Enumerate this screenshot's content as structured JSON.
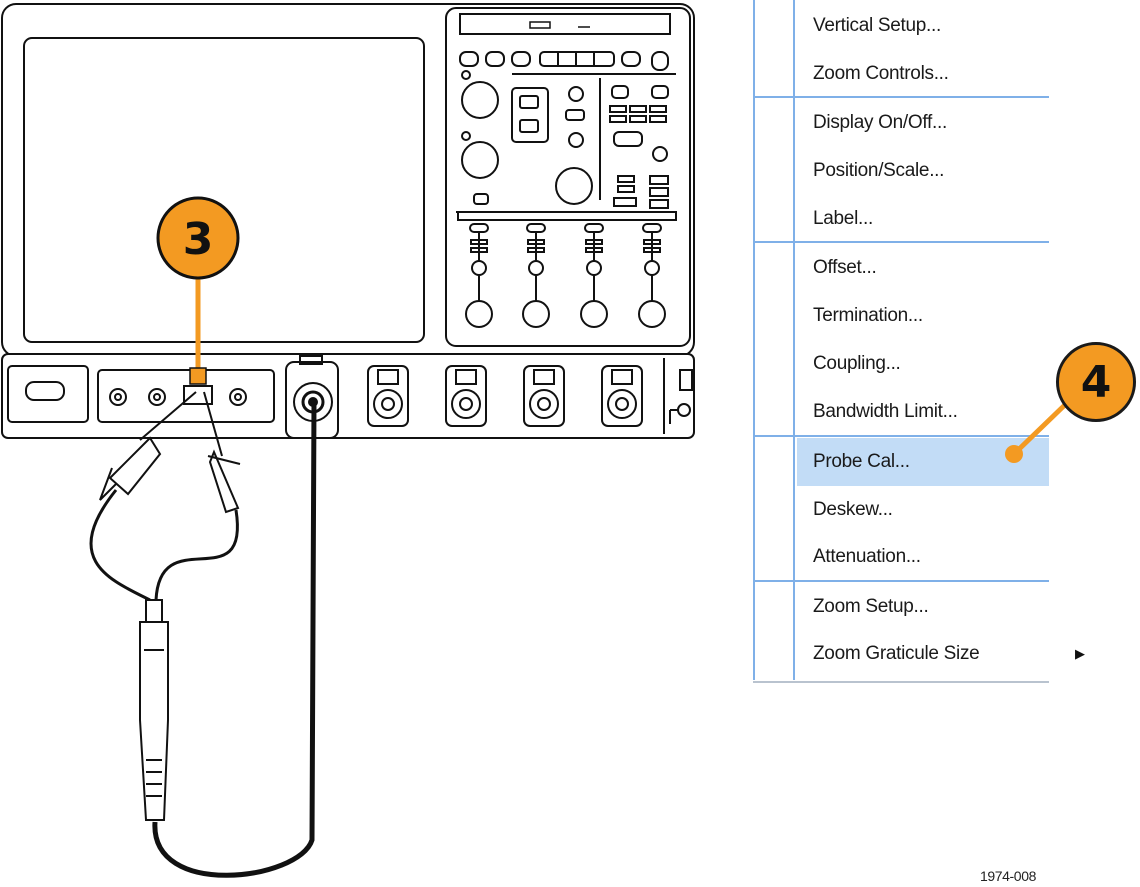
{
  "callouts": {
    "step_3": "3",
    "step_4": "4"
  },
  "menu": {
    "items": [
      {
        "label": "Vertical Setup...",
        "highlighted": false
      },
      {
        "label": "Zoom Controls...",
        "highlighted": false
      },
      {
        "label": "Display On/Off...",
        "highlighted": false
      },
      {
        "label": "Position/Scale...",
        "highlighted": false
      },
      {
        "label": "Label...",
        "highlighted": false
      },
      {
        "label": "Offset...",
        "highlighted": false
      },
      {
        "label": "Termination...",
        "highlighted": false
      },
      {
        "label": "Coupling...",
        "highlighted": false
      },
      {
        "label": "Bandwidth Limit...",
        "highlighted": false
      },
      {
        "label": "Probe Cal...",
        "highlighted": true
      },
      {
        "label": "Deskew...",
        "highlighted": false
      },
      {
        "label": "Attenuation...",
        "highlighted": false
      },
      {
        "label": "Zoom Setup...",
        "highlighted": false
      },
      {
        "label": "Zoom Graticule Size",
        "highlighted": false,
        "submenu": true
      }
    ],
    "highlight_color": "#c2dcf6",
    "separator_color": "#7fb0e8"
  },
  "callout_color": "#f39a22",
  "figure_id": "1974-008"
}
